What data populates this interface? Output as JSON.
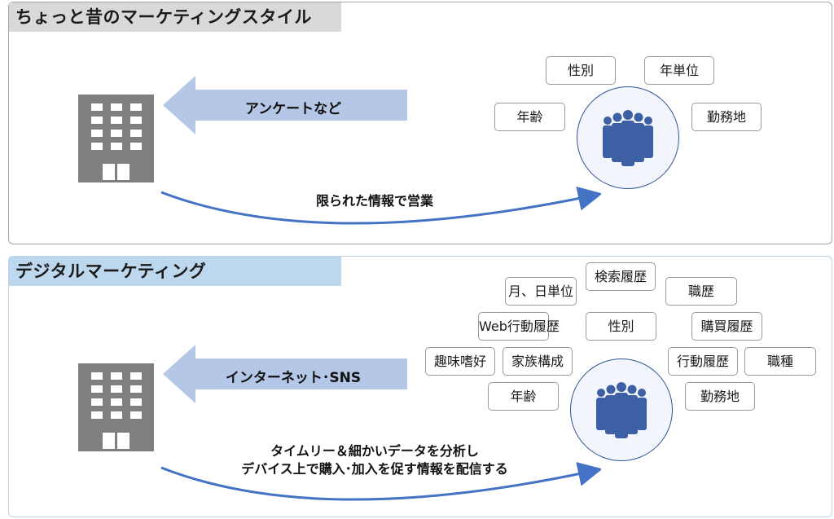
{
  "top": {
    "title": "ちょっと昔のマーケティングスタイル",
    "arrow_label": "アンケートなど",
    "curve_label": "限られた情報で営業",
    "tags": [
      "性別",
      "年単位",
      "年齢",
      "勤務地"
    ]
  },
  "bottom": {
    "title": "デジタルマーケティング",
    "arrow_label": "インターネット･SNS",
    "curve_label_1": "タイムリー＆細かいデータを分析し",
    "curve_label_2": "デバイス上で購入･加入を促す情報を配信する",
    "tags": [
      "検索履歴",
      "月、日単位",
      "職歴",
      "Web行動履歴",
      "性別",
      "購買履歴",
      "趣味嗜好",
      "家族構成",
      "行動履歴",
      "職種",
      "年齢",
      "勤務地"
    ]
  },
  "colors": {
    "arrow_fill": "#b4c7e7",
    "curve_stroke": "#4472c4",
    "people_fill": "#3d5fa3",
    "building_fill": "#7f7f7f"
  }
}
